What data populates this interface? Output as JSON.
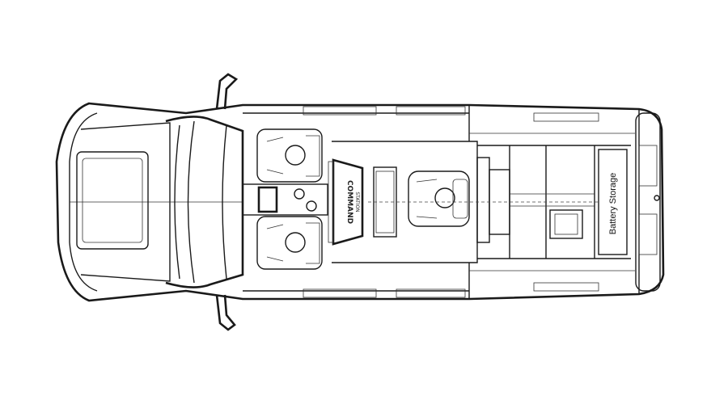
{
  "diagram": {
    "command_station": {
      "line1": "COMMAND",
      "line2": "STATION"
    },
    "battery_storage": "Battery Storage"
  }
}
